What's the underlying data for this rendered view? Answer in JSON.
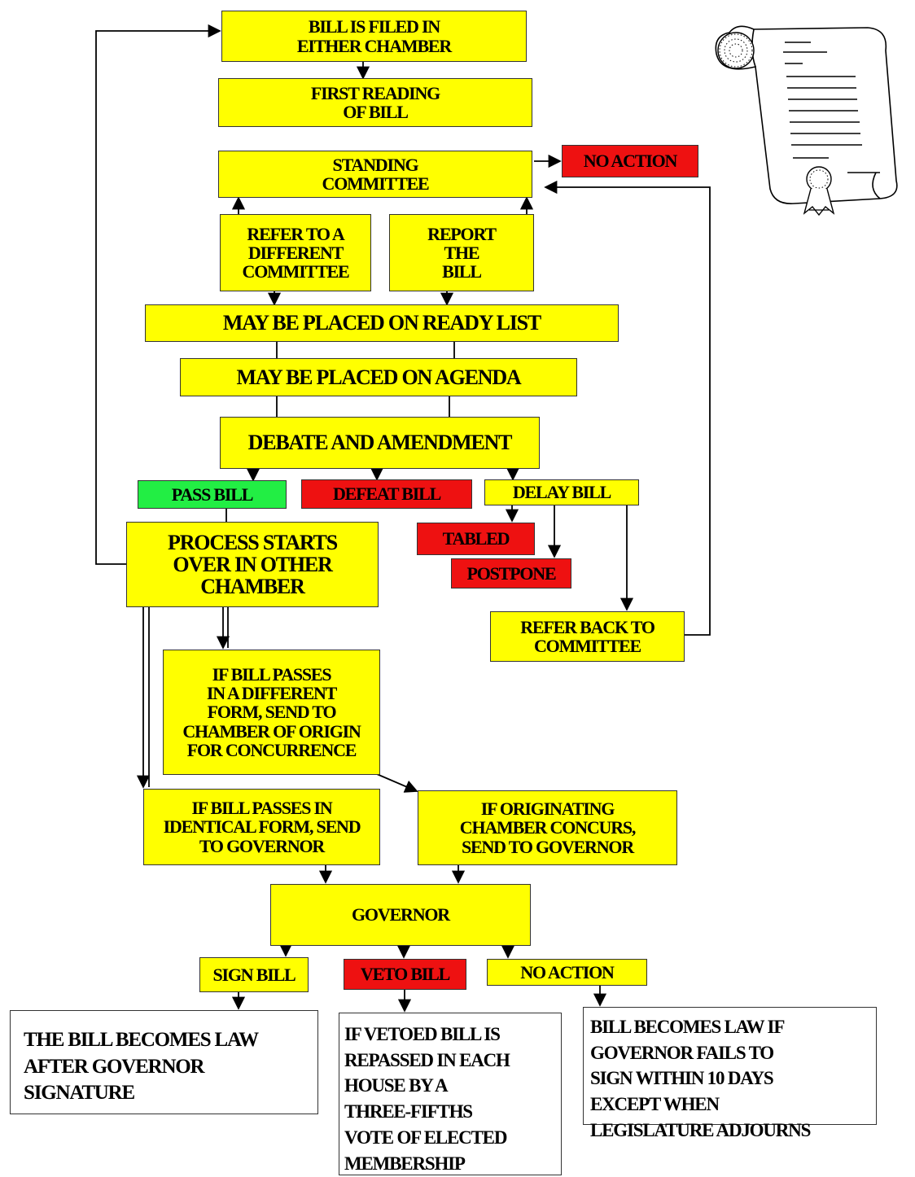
{
  "flowchart": {
    "bill_filed": "BILL IS FILED IN\nEITHER CHAMBER",
    "first_reading": "FIRST READING\nOF BILL",
    "standing_committee": "STANDING\nCOMMITTEE",
    "no_action_committee": "NO ACTION",
    "refer_different": "REFER TO A\nDIFFERENT\nCOMMITTEE",
    "report_bill": "REPORT\nTHE\nBILL",
    "ready_list": "MAY BE PLACED ON READY LIST",
    "agenda": "MAY BE PLACED ON AGENDA",
    "debate": "DEBATE AND AMENDMENT",
    "pass_bill": "PASS BILL",
    "defeat_bill": "DEFEAT BILL",
    "delay_bill": "DELAY BILL",
    "tabled": "TABLED",
    "postpone": "POSTPONE",
    "refer_back": "REFER BACK TO\nCOMMITTEE",
    "process_over": "PROCESS STARTS\nOVER IN OTHER\nCHAMBER",
    "different_form": "IF BILL PASSES\nIN A DIFFERENT\nFORM, SEND TO\nCHAMBER OF ORIGIN\nFOR CONCURRENCE",
    "identical_form": "IF BILL PASSES IN\nIDENTICAL FORM, SEND\nTO GOVERNOR",
    "concurs": "IF ORIGINATING\nCHAMBER CONCURS,\nSEND TO GOVERNOR",
    "governor": "GOVERNOR",
    "sign_bill": "SIGN BILL",
    "veto_bill": "VETO BILL",
    "no_action_governor": "NO ACTION",
    "becomes_law": "THE BILL BECOMES LAW\nAFTER GOVERNOR\nSIGNATURE",
    "veto_repassed": "IF VETOED BILL IS\nREPASSED IN EACH\nHOUSE BY A\nTHREE-FIFTHS\nVOTE OF ELECTED\nMEMBERSHIP",
    "law_if_fails": "BILL BECOMES LAW IF\nGOVERNOR FAILS TO\nSIGN WITHIN 10 DAYS\nEXCEPT WHEN\nLEGISLATURE ADJOURNS"
  },
  "colors": {
    "yellow": "#ffff00",
    "red": "#ee1111",
    "green": "#22ee44"
  },
  "icons": {
    "scroll": "scroll-document-icon"
  }
}
